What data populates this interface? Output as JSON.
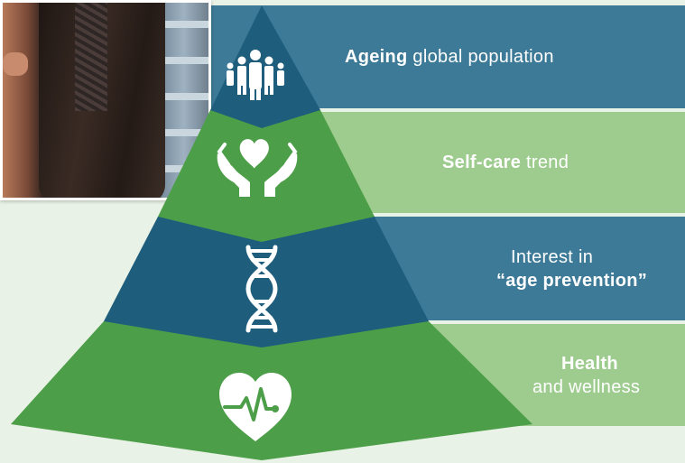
{
  "photo": {
    "alt": "Older man in leather jacket and scarf shopping in a pharmacy aisle"
  },
  "levels": [
    {
      "bold": "Ageing",
      "rest": " global population",
      "icon": "people-group-icon"
    },
    {
      "bold": "Self-care",
      "rest": " trend",
      "icon": "hands-heart-icon"
    },
    {
      "line1": "Interest in",
      "bold": "“age prevention”",
      "icon": "dna-icon"
    },
    {
      "bold": "Health",
      "line2": "and wellness",
      "icon": "heart-pulse-icon"
    }
  ],
  "colors": {
    "background": "#e9f2e6",
    "blue_band": "#3d7a98",
    "green_band": "#9ecc8e",
    "pyramid_blue": "#1e5e7c",
    "pyramid_green": "#4d9e48",
    "icon": "#ffffff"
  }
}
